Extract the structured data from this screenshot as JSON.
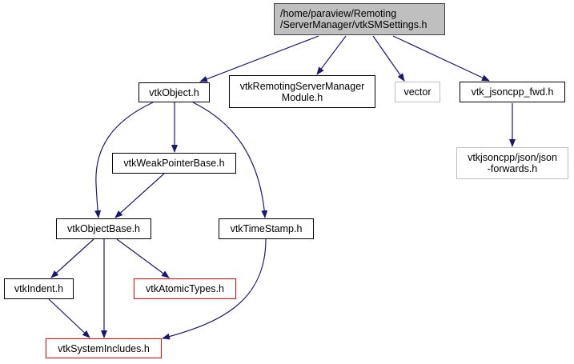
{
  "graph": {
    "type": "include-dependency-graph",
    "colors": {
      "edge": "#191970",
      "root_fill": "#bfbfbf",
      "node_border": "#000000",
      "external_border": "#bfbfbf",
      "missing_border": "#ff0000"
    },
    "nodes": [
      {
        "id": "root",
        "label": "/home/paraview/Remoting\n/ServerManager/vtkSMSettings.h",
        "kind": "root"
      },
      {
        "id": "vtkObject",
        "label": "vtkObject.h",
        "kind": "normal"
      },
      {
        "id": "module",
        "label": "vtkRemotingServerManager\nModule.h",
        "kind": "normal"
      },
      {
        "id": "vector",
        "label": "vector",
        "kind": "external"
      },
      {
        "id": "jsonfwd",
        "label": "vtk_jsoncpp_fwd.h",
        "kind": "normal"
      },
      {
        "id": "jsonforwards",
        "label": "vtkjsoncpp/json/json\n-forwards.h",
        "kind": "external"
      },
      {
        "id": "weakptr",
        "label": "vtkWeakPointerBase.h",
        "kind": "normal"
      },
      {
        "id": "objbase",
        "label": "vtkObjectBase.h",
        "kind": "normal"
      },
      {
        "id": "timestamp",
        "label": "vtkTimeStamp.h",
        "kind": "normal"
      },
      {
        "id": "indent",
        "label": "vtkIndent.h",
        "kind": "normal"
      },
      {
        "id": "atomic",
        "label": "vtkAtomicTypes.h",
        "kind": "missing"
      },
      {
        "id": "sysinc",
        "label": "vtkSystemIncludes.h",
        "kind": "missing"
      }
    ],
    "edges": [
      {
        "from": "root",
        "to": "vtkObject"
      },
      {
        "from": "root",
        "to": "module"
      },
      {
        "from": "root",
        "to": "vector"
      },
      {
        "from": "root",
        "to": "jsonfwd"
      },
      {
        "from": "jsonfwd",
        "to": "jsonforwards"
      },
      {
        "from": "vtkObject",
        "to": "objbase"
      },
      {
        "from": "vtkObject",
        "to": "weakptr"
      },
      {
        "from": "vtkObject",
        "to": "timestamp"
      },
      {
        "from": "weakptr",
        "to": "objbase"
      },
      {
        "from": "objbase",
        "to": "indent"
      },
      {
        "from": "objbase",
        "to": "sysinc"
      },
      {
        "from": "objbase",
        "to": "atomic"
      },
      {
        "from": "indent",
        "to": "sysinc"
      },
      {
        "from": "timestamp",
        "to": "sysinc"
      }
    ]
  }
}
